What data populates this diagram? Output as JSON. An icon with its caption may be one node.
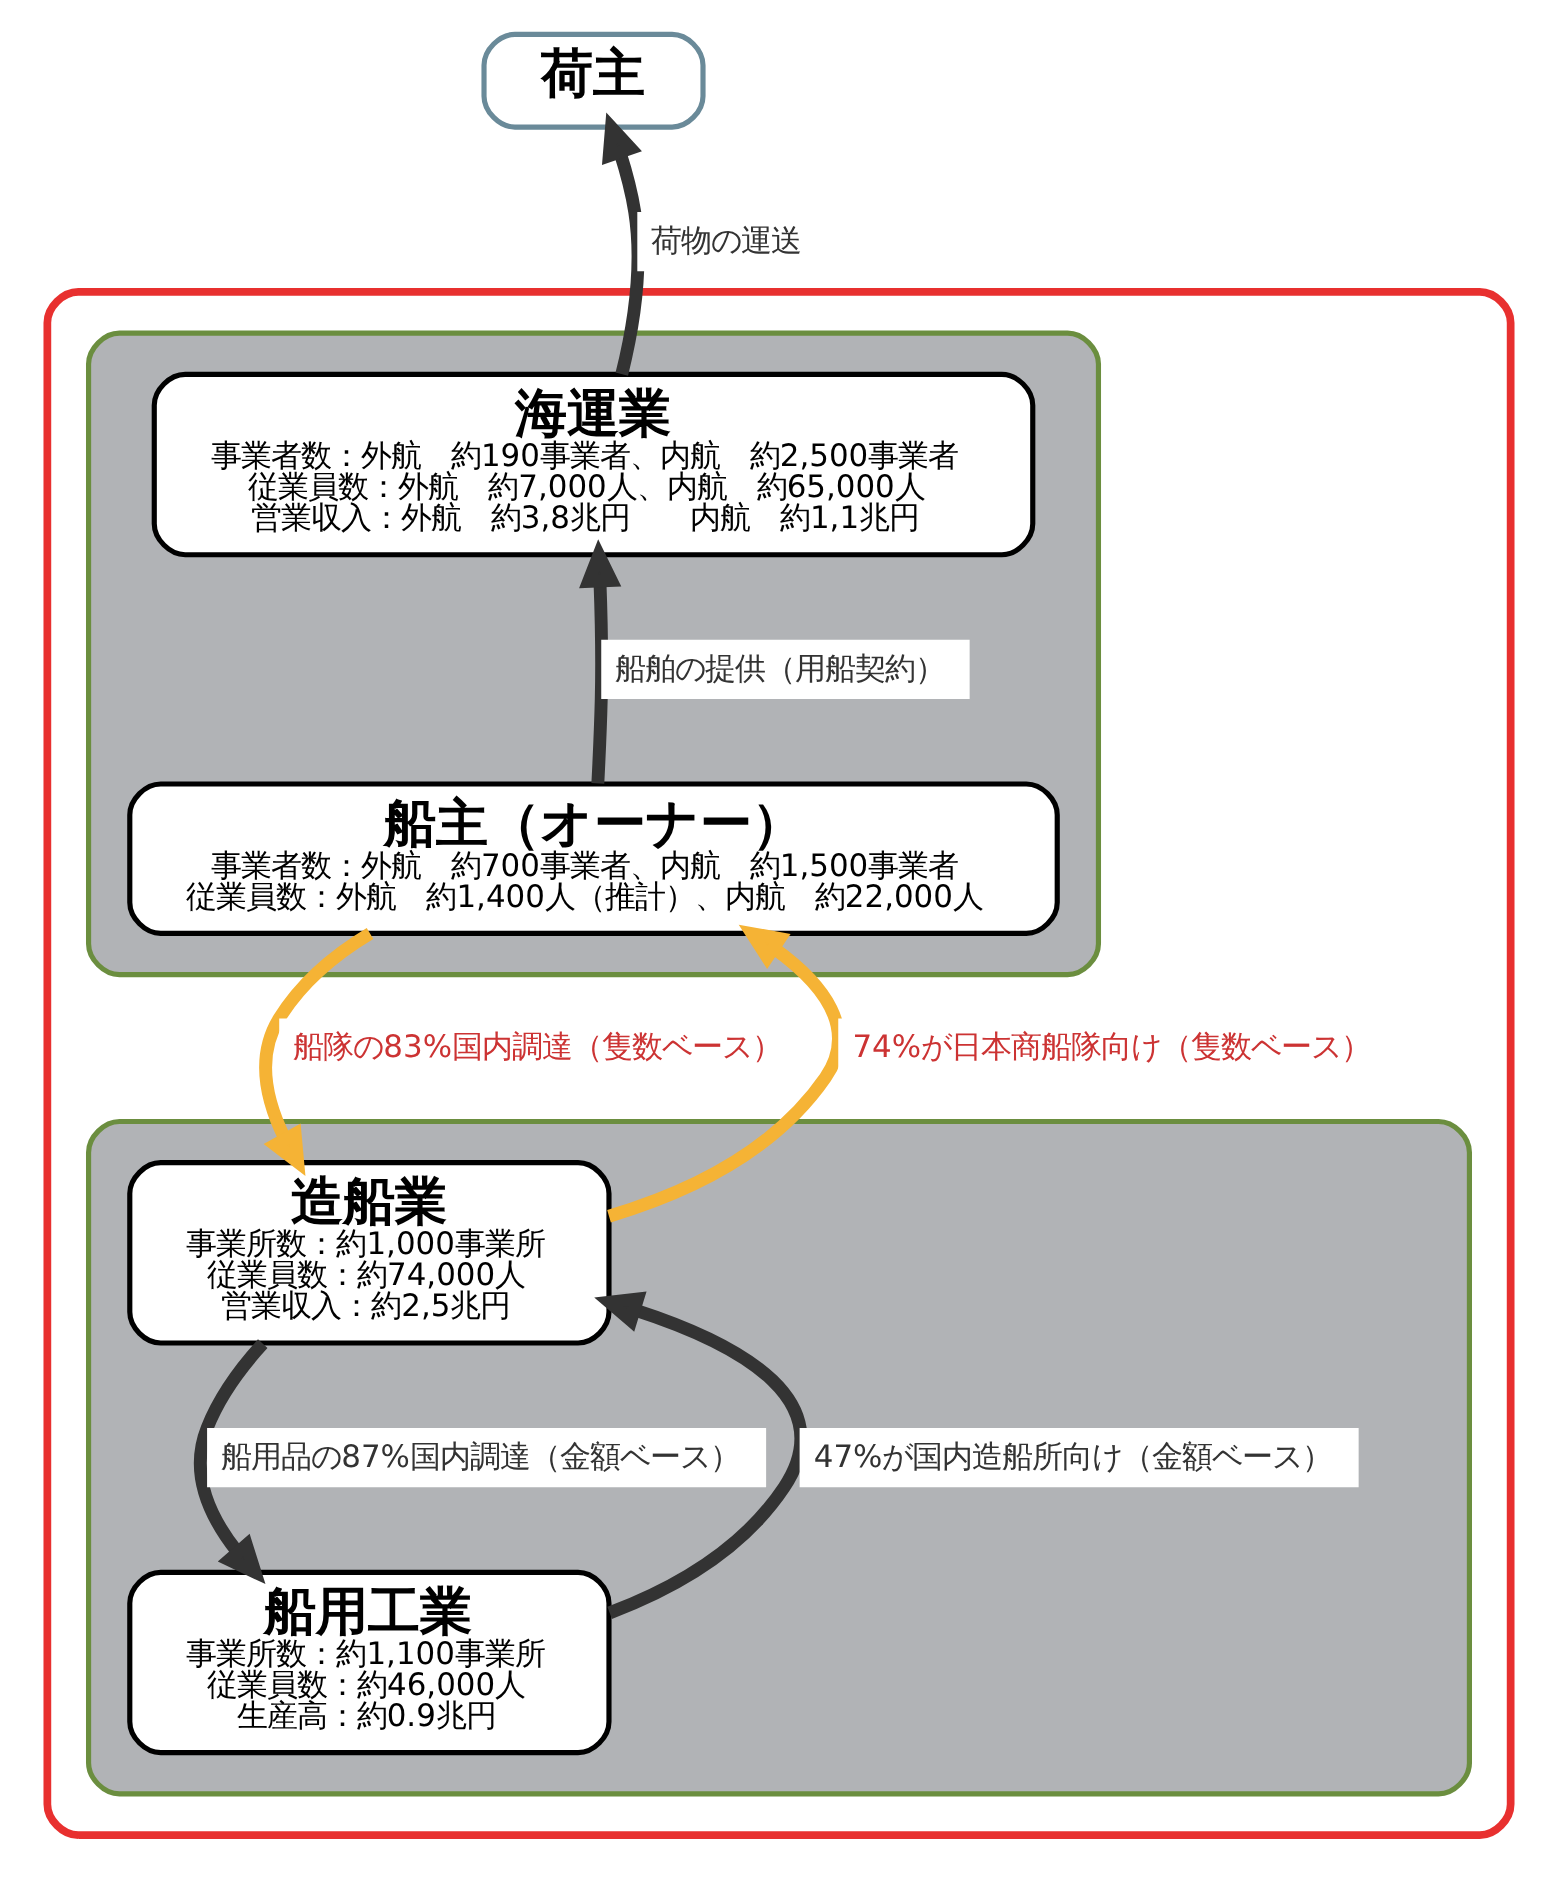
{
  "diagram": {
    "nodes": [
      {
        "text": [
          "荷主"
        ]
      },
      {
        "text": [],
        "shape": "box"
      },
      {
        "text": [],
        "shape": "box",
        "in": 1
      },
      {
        "text": [
          "海運業",
          "事業者数：外航　約190事業者、内航　約2,500事業者",
          "従業員数：外航　約7,000人、内航　約65,000人",
          "営業収入：外航　約3,8兆円　　内航　約1,1兆円"
        ],
        "in": 2
      },
      {
        "text": [
          "船主（オーナー）",
          "事業者数：外航　約700事業者、内航　約1,500事業者",
          "従業員数：外航　約1,400人（推計）、内航　約22,000人"
        ],
        "in": 2
      },
      {
        "text": [],
        "shape": "box",
        "in": 1
      },
      {
        "text": [
          "造船業",
          "事業所数：約1,000事業所",
          "従業員数：約74,000人",
          "営業収入：約2,5兆円"
        ],
        "in": 5
      },
      {
        "text": [
          "船用工業",
          "事業所数：約1,100事業所",
          "従業員数：約46,000人",
          "生産高：約0.9兆円"
        ],
        "in": 5
      }
    ],
    "edges": [
      {
        "from": 3,
        "to": 0,
        "arrow": "to",
        "label": "荷物の運送"
      },
      {
        "from": 4,
        "to": 3,
        "arrow": "to",
        "label": "船舶の提供（用船契約）"
      },
      {
        "from": 6,
        "to": 4,
        "arrow": "to",
        "label": "74%が日本商船隊向け（隻数ベース）",
        "color": "#f5b335"
      },
      {
        "from": 4,
        "to": 6,
        "arrow": "to",
        "label": "船隊の83%国内調達（隻数ベース）",
        "color": "#f5b335"
      },
      {
        "from": 7,
        "to": 6,
        "arrow": "to",
        "label": "47%が国内造船所向け（金額ベース）"
      },
      {
        "from": 6,
        "to": 7,
        "arrow": "to",
        "label": "船用品の87%国内調達（金額ベース）"
      }
    ]
  }
}
